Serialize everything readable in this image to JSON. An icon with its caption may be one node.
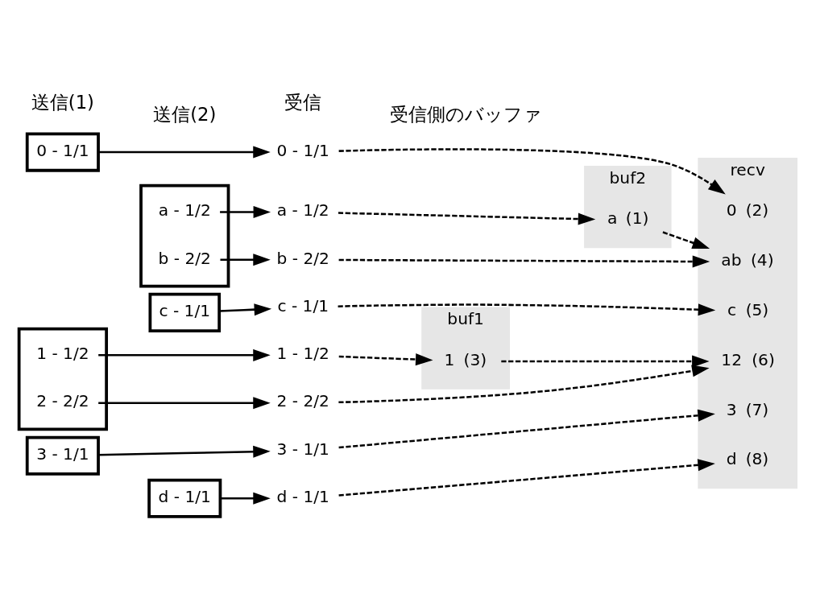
{
  "diagram": {
    "nodes": [
      {
        "text": [
          "0 - 1/1"
        ]
      },
      {
        "text": [],
        "shape": "box"
      },
      {
        "text": [
          "1 - 1/2"
        ],
        "in": 1
      },
      {
        "text": [
          "2 - 2/2"
        ],
        "in": 1
      },
      {
        "text": [
          "3 - 1/1"
        ]
      },
      {
        "text": [],
        "shape": "box"
      },
      {
        "text": [
          "a - 1/2"
        ],
        "in": 5
      },
      {
        "text": [
          "b - 2/2"
        ],
        "in": 5
      },
      {
        "text": [
          "c - 1/1"
        ]
      },
      {
        "text": [
          "d - 1/1"
        ]
      },
      {
        "text": [
          "a - 1/2"
        ]
      },
      {
        "text": [
          "0 - 1/1"
        ]
      },
      {
        "text": [
          "1 - 1/2"
        ]
      },
      {
        "text": [
          "b - 2/2"
        ]
      },
      {
        "text": [
          "c - 1/1"
        ]
      },
      {
        "text": [
          "2 - 2/2"
        ]
      },
      {
        "text": [
          "3 - 1/1"
        ]
      },
      {
        "text": [
          "d - 1/1"
        ]
      },
      {
        "text": [
          "buf1"
        ]
      },
      {
        "text": [
          "1"
        ],
        "in": 18,
        "beside": [
          "(3)"
        ]
      },
      {
        "text": [
          "buf2"
        ]
      },
      {
        "text": [
          "a"
        ],
        "in": 20,
        "beside": [
          "(1)"
        ]
      },
      {
        "text": [
          "recv"
        ]
      },
      {
        "text": [
          "0"
        ],
        "in": 22,
        "beside": [
          "(2)"
        ]
      },
      {
        "text": [
          "ab"
        ],
        "in": 22,
        "beside": [
          "(4)"
        ]
      },
      {
        "text": [
          "c"
        ],
        "in": 22,
        "beside": [
          "(5)"
        ]
      },
      {
        "text": [
          "12"
        ],
        "in": 22,
        "beside": [
          "(6)"
        ]
      },
      {
        "text": [
          "3"
        ],
        "in": 22,
        "beside": [
          "(7)"
        ]
      },
      {
        "text": [
          "d"
        ],
        "in": 22,
        "beside": [
          "(8)"
        ]
      }
    ],
    "edges": [
      {
        "from": 6,
        "to": 10,
        "arrow": "to"
      },
      {
        "from": 0,
        "to": 11,
        "arrow": "to"
      },
      {
        "from": 2,
        "to": 12,
        "arrow": "to"
      },
      {
        "from": 7,
        "to": 13,
        "arrow": "to"
      },
      {
        "from": 8,
        "to": 14,
        "arrow": "to"
      },
      {
        "from": 3,
        "to": 15,
        "arrow": "to"
      },
      {
        "from": 4,
        "to": 16,
        "arrow": "to"
      },
      {
        "from": 9,
        "to": 17,
        "arrow": "to"
      },
      {
        "from": 10,
        "to": 21,
        "arrow": "to",
        "style": "dashed"
      },
      {
        "from": 21,
        "to": 24,
        "arrow": "to",
        "style": "dashed"
      },
      {
        "from": 11,
        "to": 23,
        "arrow": "to",
        "style": "dashed"
      },
      {
        "from": 12,
        "to": 19,
        "arrow": "to",
        "style": "dashed"
      },
      {
        "from": 19,
        "to": 26,
        "arrow": "to",
        "style": "dashed"
      },
      {
        "from": 13,
        "to": 24,
        "arrow": "to",
        "style": "dashed"
      },
      {
        "from": 14,
        "to": 25,
        "arrow": "to",
        "style": "dashed"
      },
      {
        "from": 15,
        "to": 26,
        "arrow": "to",
        "style": "dashed"
      },
      {
        "from": 16,
        "to": 27,
        "arrow": "to",
        "style": "dashed"
      },
      {
        "from": 17,
        "to": 28,
        "arrow": "to",
        "style": "dashed"
      }
    ],
    "labels": [
      "送信(1)",
      "送信(2)",
      "受信",
      "受信側のバッファ"
    ]
  }
}
